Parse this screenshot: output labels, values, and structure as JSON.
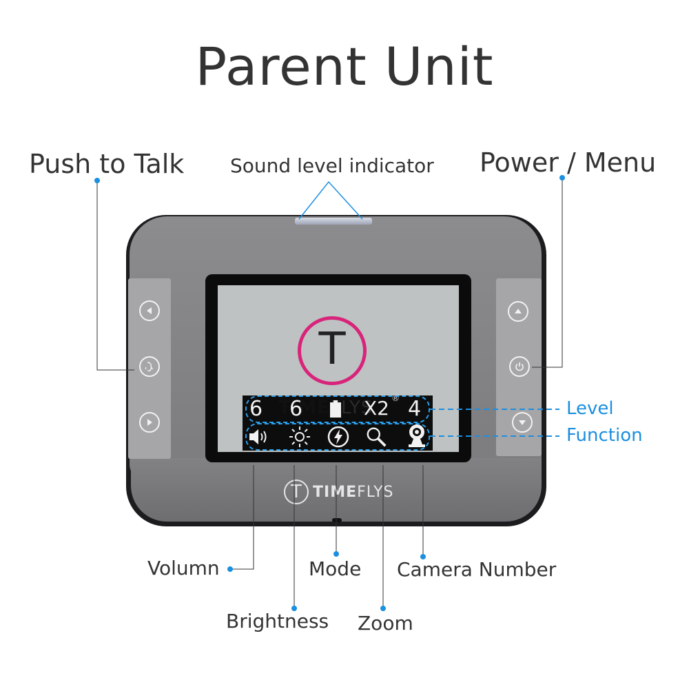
{
  "title": "Parent Unit",
  "labels": {
    "push_to_talk": "Push to Talk",
    "sound_level": "Sound level indicator",
    "power_menu": "Power / Menu",
    "level": "Level",
    "function": "Function",
    "volumn": "Volumn",
    "mode": "Mode",
    "camera_number": "Camera Number",
    "brightness": "Brightness",
    "zoom": "Zoom"
  },
  "screen": {
    "logo_letter": "T",
    "brand_ghost": "TIME",
    "brand_ghost_2": "FLYS",
    "registered": "®",
    "level_values": [
      "6",
      "6",
      "X2",
      "4"
    ]
  },
  "device_brand": {
    "letter": "T",
    "bold": "TIME",
    "light": "FLYS"
  },
  "colors": {
    "accent_blue": "#1b8fe0",
    "logo_pink": "#d8247a",
    "device_gray": "#828285"
  },
  "icons": {
    "left_buttons": [
      "left-arrow-icon",
      "talk-icon",
      "right-arrow-icon"
    ],
    "right_buttons": [
      "up-arrow-icon",
      "power-icon",
      "down-arrow-icon"
    ],
    "functions": [
      "volume-icon",
      "brightness-icon",
      "mode-icon",
      "zoom-icon",
      "camera-icon"
    ]
  }
}
